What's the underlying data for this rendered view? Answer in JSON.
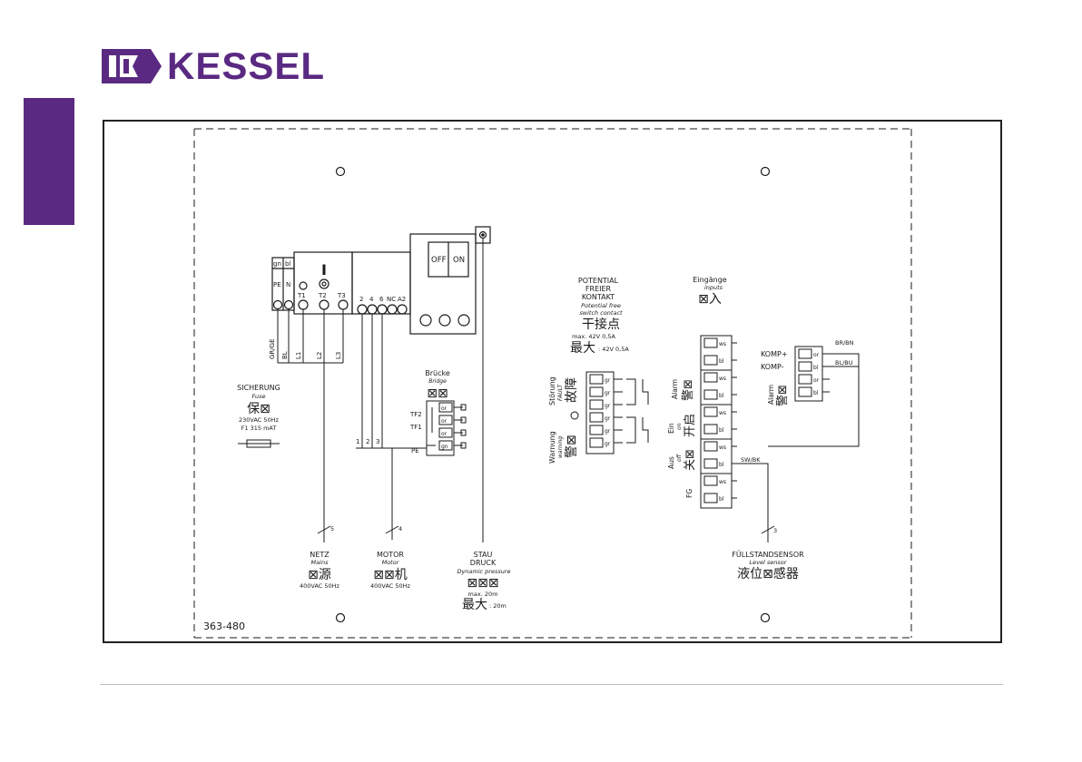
{
  "colors": {
    "brand": "#5a2a82",
    "line": "#1a1a1a",
    "footer_rule": "#bfbfbf"
  },
  "brand": {
    "name": "KESSEL"
  },
  "drawing_number": "363-480",
  "blocks": {
    "sicherung": {
      "title": "SICHERUNG",
      "subtitle": "Fuse",
      "cjk": "保⊠",
      "spec1": "230VAC 50Hz",
      "spec2": "F1 315 mAT"
    },
    "netz": {
      "title": "NETZ",
      "subtitle": "Mains",
      "cjk": "⊠源",
      "spec": "400VAC 50Hz",
      "wire_count": "5"
    },
    "motor": {
      "title": "MOTOR",
      "subtitle": "Motor",
      "cjk": "⊠⊠机",
      "spec": "400VAC 50Hz",
      "wire_count": "4"
    },
    "staudruck": {
      "title1": "STAU",
      "title2": "DRUCK",
      "subtitle": "Dynamic pressure",
      "cjk": "⊠⊠⊠",
      "spec": "max. 20m",
      "cjk_max": "最大",
      "spec2": ": 20m"
    },
    "potential": {
      "line1": "POTENTIAL",
      "line2": "FREIER",
      "line3": "KONTAKT",
      "sub1": "Potential free",
      "sub2": "switch contact",
      "cjk": "干接点",
      "spec": "max. 42V 0,5A",
      "cjk_max": "最大",
      "spec2": ": 42V 0,5A"
    },
    "eingaenge": {
      "title": "Eingänge",
      "subtitle": "inputs",
      "cjk": "⊠入"
    },
    "fuellstand": {
      "title": "FÜLLSTANDSENSOR",
      "subtitle": "Level sensor",
      "cjk": "液位⊠感器",
      "wire_count": "3"
    },
    "bruecke": {
      "title": "Brücke",
      "subtitle": "Bridge",
      "cjk": "⊠⊠"
    }
  },
  "switch": {
    "off": "OFF",
    "on": "ON"
  },
  "contactor": {
    "mark": "I",
    "terminals": [
      "T1",
      "T2",
      "T3"
    ],
    "top_labels": [
      "gn",
      "bl"
    ],
    "side_labels": [
      "PE",
      "N"
    ]
  },
  "aux_terminals": [
    "2",
    "4",
    "6",
    "NC",
    "A2"
  ],
  "wire_labels": {
    "gr_ge": "GR/GE",
    "bl": "BL",
    "l1": "L1",
    "l2": "L2",
    "l3": "L3"
  },
  "motor_wires": [
    "1",
    "2",
    "3"
  ],
  "bridge_terminals": {
    "tf2": "TF2",
    "tf1": "TF1",
    "pe": "PE",
    "codes": [
      "or",
      "or",
      "or",
      "gn"
    ]
  },
  "fault_block": {
    "stoerung": "Störung",
    "fault": "FAULT",
    "cjk_fault": "故障",
    "warnung": "Warnung",
    "warning": "warning",
    "cjk_warn": "警⊠",
    "codes": [
      "gr",
      "gr",
      "gr",
      "gr",
      "gr",
      "gr"
    ]
  },
  "input_block": {
    "codes": [
      "ws",
      "bl",
      "ws",
      "bl",
      "ws",
      "bl",
      "ws",
      "bl",
      "ws",
      "bl"
    ],
    "alarm": "Alarm",
    "cjk_alarm": "警⊠",
    "ein": "Ein",
    "on": "on",
    "cjk_on": "开启",
    "aus": "Aus",
    "off": "off",
    "cjk_off": "关⊠",
    "fg": "FG",
    "sw_bk": "SW/BK"
  },
  "komp_block": {
    "komp_plus": "KOMP+",
    "komp_minus": "KOMP-",
    "codes": [
      "or",
      "bl",
      "or",
      "bl"
    ],
    "br_bn": "BR/BN",
    "bl_bu": "BL/BU",
    "alarm": "Alarm",
    "cjk_alarm": "警⊠"
  }
}
